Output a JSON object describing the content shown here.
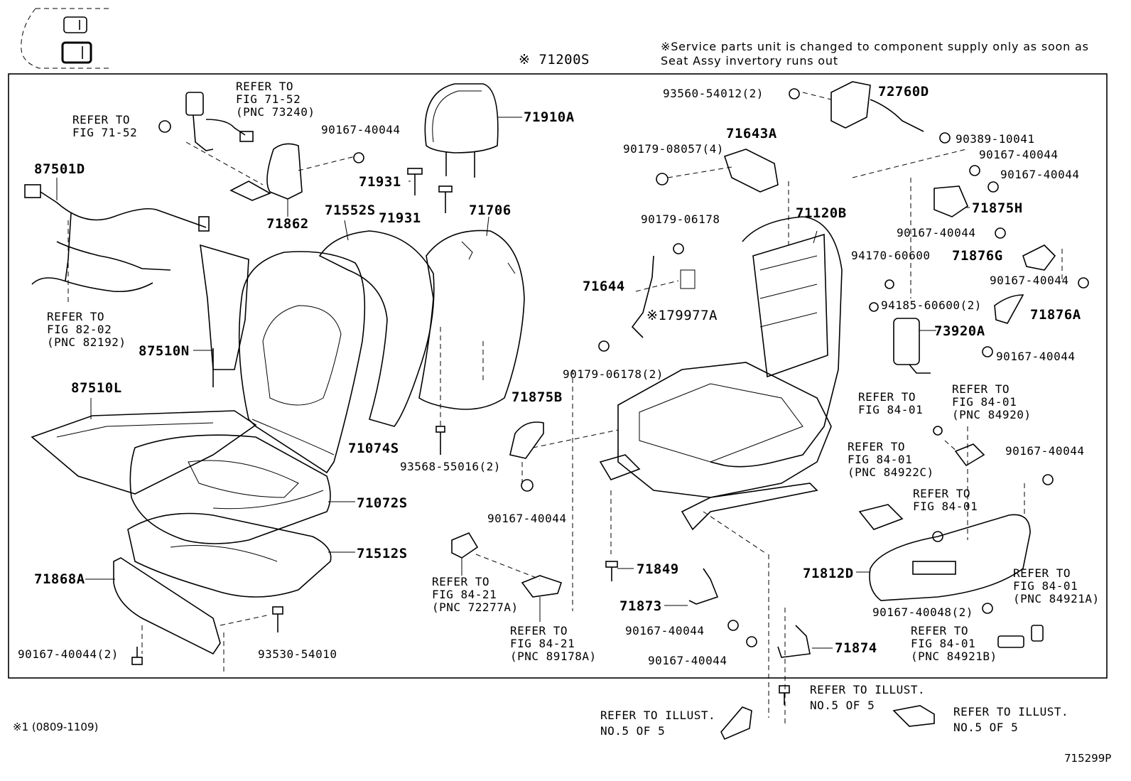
{
  "header": {
    "service_note_line1": "※Service parts unit is changed to component supply only as soon as",
    "service_note_line2": "Seat Assy invertory runs out",
    "assembly_label": "※ 71200S"
  },
  "labels": {
    "refer_71_52_pnc": [
      "REFER TO",
      "FIG 71-52",
      "(PNC 73240)"
    ],
    "refer_71_52": [
      "REFER TO",
      "FIG 71-52"
    ],
    "p87501D": "87501D",
    "refer_82_02": [
      "REFER TO",
      "FIG 82-02",
      "(PNC 82192)"
    ],
    "p71862": "71862",
    "p90167_a": "90167-40044",
    "p71910A": "71910A",
    "p71931_a": "71931",
    "p71931_b": "71931",
    "p71552S": "71552S",
    "p71706": "71706",
    "p87510N": "87510N",
    "p87510L": "87510L",
    "p71074S": "71074S",
    "p71072S": "71072S",
    "p71512S": "71512S",
    "p71868A": "71868A",
    "p90167_2_left": "90167-40044(2)",
    "p93530": "93530-54010",
    "p93568": "93568-55016(2)",
    "p71875B": "71875B",
    "p90167_b": "90167-40044",
    "refer_84_21_a": [
      "REFER TO",
      "FIG 84-21",
      "(PNC 72277A)"
    ],
    "refer_84_21_b": [
      "REFER TO",
      "FIG 84-21",
      "(PNC 89178A)"
    ],
    "p93560": "93560-54012(2)",
    "p72760D": "72760D",
    "p90389": "90389-10041",
    "p90179_08057": "90179-08057(4)",
    "p71643A": "71643A",
    "p90167_c": "90167-40044",
    "p90167_d": "90167-40044",
    "p71875H": "71875H",
    "p90179_06178": "90179-06178",
    "p71120B": "71120B",
    "p90167_e": "90167-40044",
    "p94170": "94170-60600",
    "p71876G": "71876G",
    "p90167_f": "90167-40044",
    "p71644": "71644",
    "p79977A": "※179977A",
    "p94185": "94185-60600(2)",
    "p71876A": "71876A",
    "p73920A": "73920A",
    "p90179_06178_2": "90179-06178(2)",
    "p90167_g": "90167-40044",
    "refer_84_01_a": [
      "REFER TO",
      "FIG 84-01"
    ],
    "refer_84_01_pnc84920": [
      "REFER TO",
      "FIG 84-01",
      "(PNC 84920)"
    ],
    "refer_84_01_pnc84922C": [
      "REFER TO",
      "FIG 84-01",
      "(PNC 84922C)"
    ],
    "p90167_h": "90167-40044",
    "refer_84_01_b": [
      "REFER TO",
      "FIG 84-01"
    ],
    "p71849": "71849",
    "p71873": "71873",
    "p90167_i": "90167-40044",
    "p90167_j": "90167-40044",
    "p71874": "71874",
    "p71812D": "71812D",
    "p90167_40048": "90167-40048(2)",
    "refer_84_01_pnc84921A": [
      "REFER TO",
      "FIG 84-01",
      "(PNC 84921A)"
    ],
    "refer_84_01_pnc84921B": [
      "REFER TO",
      "FIG 84-01",
      "(PNC 84921B)"
    ],
    "refer_illust_a": [
      "REFER TO ILLUST.",
      "NO.5 OF 5"
    ],
    "refer_illust_b": [
      "REFER TO ILLUST.",
      "NO.5 OF 5"
    ],
    "refer_illust_c": [
      "REFER TO ILLUST.",
      "NO.5 OF 5"
    ]
  },
  "footer": {
    "footnote": "※1 (0809-1109)",
    "figure_code": "715299P"
  }
}
